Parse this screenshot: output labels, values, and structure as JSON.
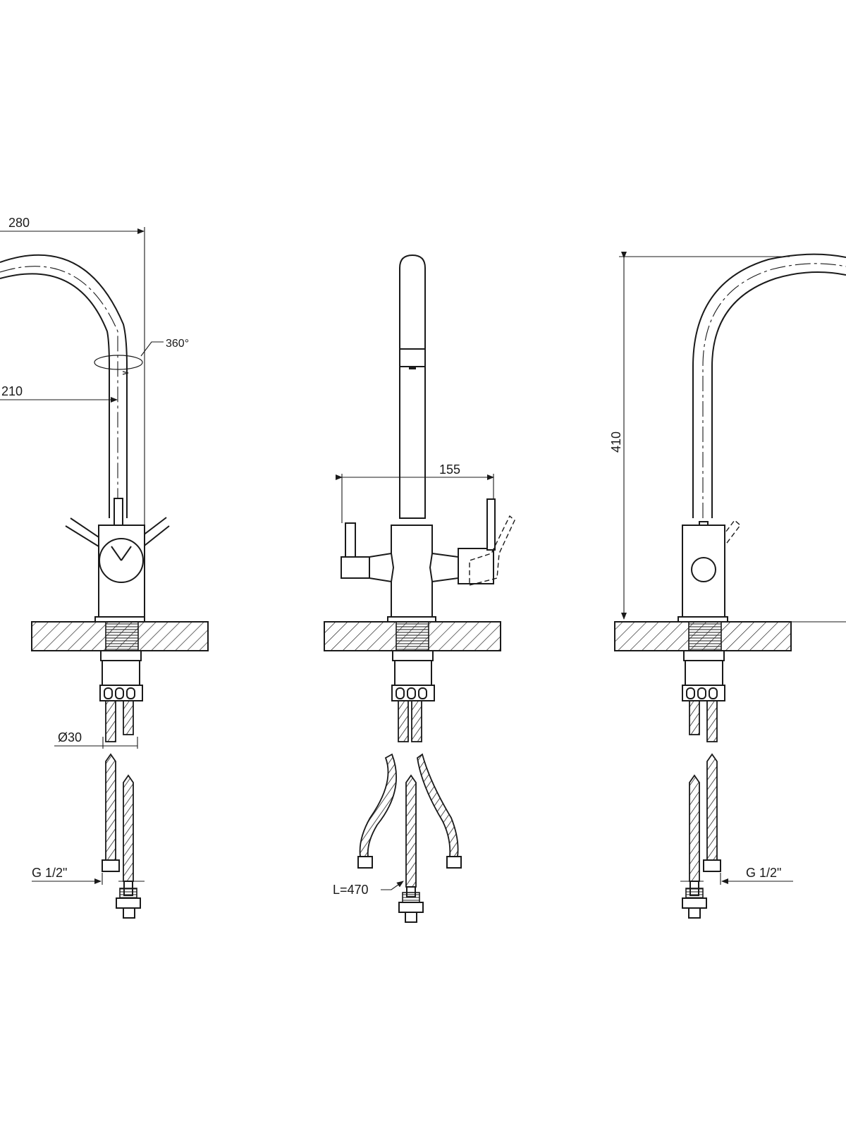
{
  "drawing": {
    "dimensions": {
      "spout_reach_outer": "280",
      "spout_reach_inner": "210",
      "rotation": "360°",
      "handle_span": "155",
      "height": "410",
      "base_diameter": "Ø30",
      "connection_thread_left": "G 1/2\"",
      "connection_thread_right": "G 1/2\"",
      "hose_length": "L=470"
    }
  }
}
